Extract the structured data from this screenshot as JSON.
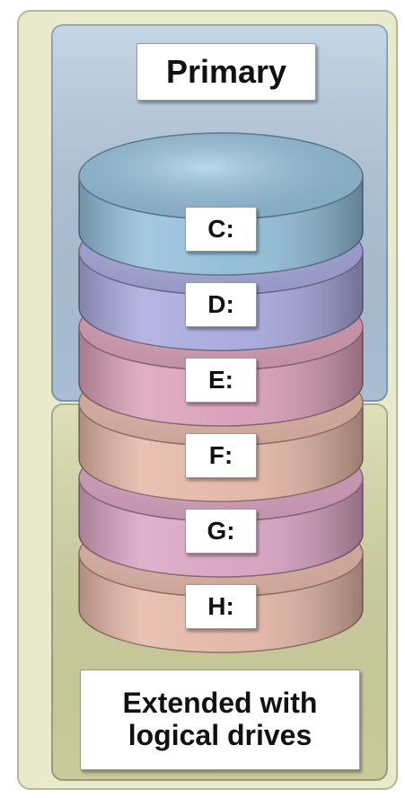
{
  "regions": {
    "primary": {
      "label": "Primary",
      "fill": "#b2c8de",
      "stroke": "#7f9ab5"
    },
    "extended": {
      "label": "Extended with logical drives",
      "fill": "#d4d6a2",
      "stroke": "#9ea078"
    },
    "outer_fill": "#e9e9cc"
  },
  "drives": [
    {
      "label": "C:",
      "color": "#8fbcd8",
      "region": "primary"
    },
    {
      "label": "D:",
      "color": "#a6a6dc",
      "region": "primary"
    },
    {
      "label": "E:",
      "color": "#d89db6",
      "region": "primary"
    },
    {
      "label": "F:",
      "color": "#e3b5a5",
      "region": "extended"
    },
    {
      "label": "G:",
      "color": "#d7a1c0",
      "region": "extended"
    },
    {
      "label": "H:",
      "color": "#e3b5a5",
      "region": "extended"
    }
  ]
}
